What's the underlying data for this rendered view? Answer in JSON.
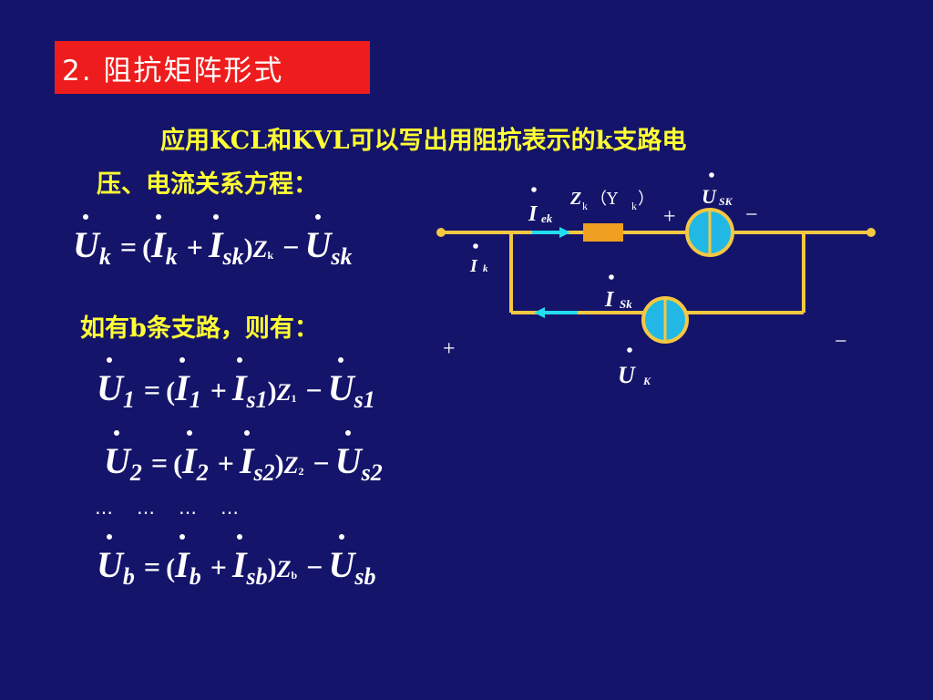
{
  "title": "2. 阻抗矩阵形式",
  "intro_line1": "应用KCL和KVL可以写出用阻抗表示的k支路电",
  "intro_line2": "压、电流关系方程：",
  "branch_text": "如有b条支路，则有：",
  "equations": {
    "k": {
      "u": "U",
      "usub": "k",
      "i": "I",
      "isub": "k",
      "is": "I",
      "issub": "sk",
      "z": "Z",
      "zsub": "k",
      "us": "U",
      "ussub": "sk"
    },
    "one": {
      "u": "U",
      "usub": "1",
      "i": "I",
      "isub": "1",
      "is": "I",
      "issub": "s1",
      "z": "Z",
      "zsub": "1",
      "us": "U",
      "ussub": "s1"
    },
    "two": {
      "u": "U",
      "usub": "2",
      "i": "I",
      "isub": "2",
      "is": "I",
      "issub": "s2",
      "z": "Z",
      "zsub": "2",
      "us": "U",
      "ussub": "s2"
    },
    "b": {
      "u": "U",
      "usub": "b",
      "i": "I",
      "isub": "b",
      "is": "I",
      "issub": "sb",
      "z": "Z",
      "zsub": "b",
      "us": "U",
      "ussub": "sb"
    }
  },
  "symbols": {
    "equals": "=",
    "plus": "+",
    "minus": "−",
    "lparen": "(",
    "rparen": ")"
  },
  "ellipses": [
    "…",
    "…",
    "…",
    "…"
  ],
  "circuit": {
    "iek": "I",
    "iek_sub": "ek",
    "zk": "Z",
    "zk_sub": "k",
    "yk_open": "（Y",
    "yk_sub": "k",
    "yk_close": "）",
    "usk": "U",
    "usk_sub": "SK",
    "ik": "I",
    "ik_sub": "k",
    "isk": "I",
    "isk_sub": "Sk",
    "uk": "U",
    "uk_sub": "K",
    "plus": "+",
    "minus": "−",
    "colors": {
      "wire": "#f5c842",
      "source": "#22b8e6",
      "impedance": "#f0a020",
      "arrow": "#22ddee"
    }
  }
}
